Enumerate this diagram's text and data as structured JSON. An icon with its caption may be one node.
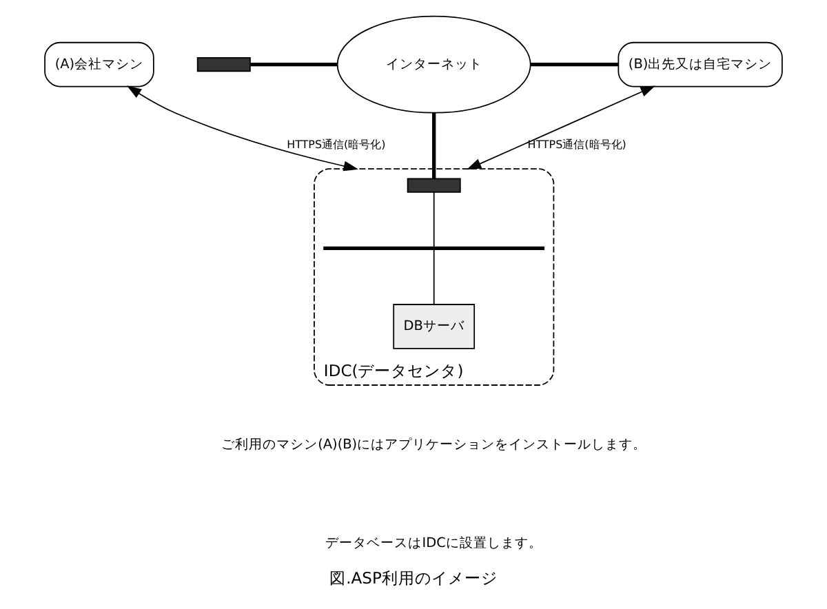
{
  "diagram": {
    "caption": "図.ASP利用のイメージ",
    "nodes": [
      {
        "text": [
          "(A)会社マシン"
        ]
      },
      {
        "text": [],
        "shape": "box"
      },
      {
        "text": [
          "インターネット"
        ]
      },
      {
        "text": [
          "(B)出先又は自宅マシン"
        ]
      },
      {
        "text": [
          "IDC(データセンタ)"
        ]
      },
      {
        "text": [],
        "shape": "box",
        "in": 4
      },
      {
        "text": [],
        "shape": "bar",
        "in": 4
      },
      {
        "text": [
          "DBサーバ"
        ],
        "in": 4
      }
    ],
    "edges": [
      {
        "from": 1,
        "to": 2,
        "arrow": "none",
        "style": "thick"
      },
      {
        "from": 2,
        "to": 3,
        "arrow": "none",
        "style": "thick"
      },
      {
        "from": 2,
        "to": 5,
        "arrow": "none",
        "style": "thick"
      },
      {
        "from": 0,
        "to": 4,
        "arrow": "both",
        "label": "HTTPS通信(暗号化)"
      },
      {
        "from": 3,
        "to": 4,
        "arrow": "both",
        "label": "HTTPS通信(暗号化)"
      },
      {
        "from": 5,
        "to": 6,
        "arrow": "none"
      },
      {
        "from": 6,
        "to": 7,
        "arrow": "none"
      }
    ],
    "labels": [
      "ご利用のマシン(A)(B)にはアプリケーションをインストールします。",
      "データベースはIDCに設置します。"
    ]
  }
}
